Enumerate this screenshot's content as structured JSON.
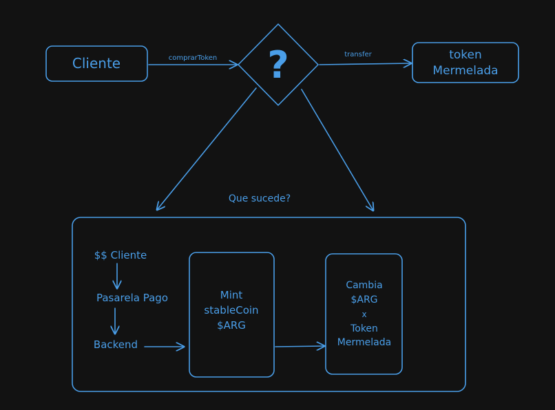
{
  "nodes": {
    "cliente": "Cliente",
    "decision": "?",
    "token": [
      "token",
      "Mermelada"
    ],
    "question": "Que sucede?",
    "flow_cliente": "$$ Cliente",
    "pasarela": "Pasarela Pago",
    "backend": "Backend",
    "mint": [
      "Mint",
      "stableCoin",
      "$ARG"
    ],
    "cambia": [
      "Cambia",
      "$ARG",
      "x",
      "Token",
      "Mermelada"
    ]
  },
  "edges": {
    "comprar": "comprarToken",
    "transfer": "transfer"
  },
  "colors": {
    "background": "#121212",
    "stroke": "#4a9ee8"
  }
}
